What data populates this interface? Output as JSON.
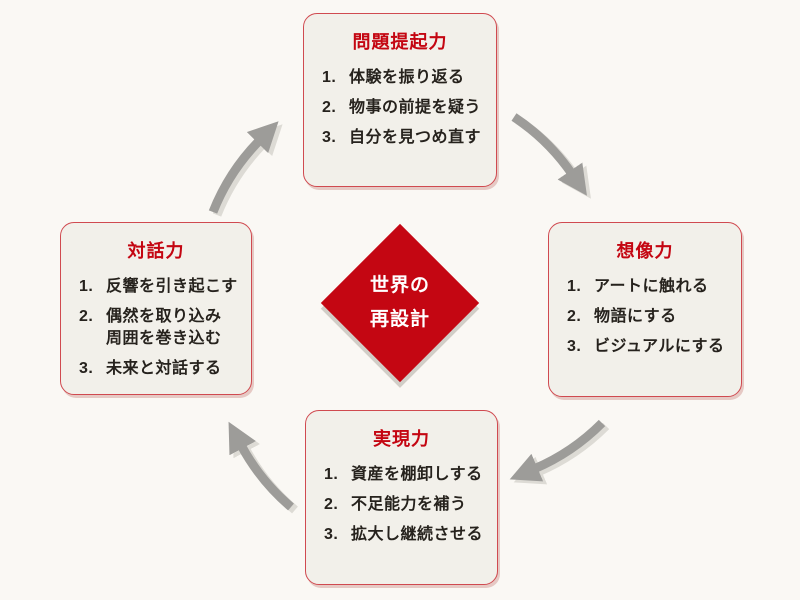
{
  "colors": {
    "page_bg": "#faf8f4",
    "box_bg": "#f2f0ea",
    "box_border": "#d04a50",
    "accent_red": "#c40612",
    "text_dark": "#26221d",
    "arrow_gray": "#9d9c99",
    "arrow_shadow": "#dddbd5",
    "diamond_text": "#ffffff"
  },
  "icons": {
    "arrows": "curved-clockwise-cycle-arrow",
    "center": "red-diamond"
  },
  "center": {
    "label": "世界の\n再設計"
  },
  "boxes": {
    "top": {
      "title": "問題提起力",
      "items": [
        {
          "num": "1.",
          "text": "体験を振り返る"
        },
        {
          "num": "2.",
          "text": "物事の前提を疑う"
        },
        {
          "num": "3.",
          "text": "自分を見つめ直す"
        }
      ]
    },
    "right": {
      "title": "想像力",
      "items": [
        {
          "num": "1.",
          "text": "アートに触れる"
        },
        {
          "num": "2.",
          "text": "物語にする"
        },
        {
          "num": "3.",
          "text": "ビジュアルにする"
        }
      ]
    },
    "bottom": {
      "title": "実現力",
      "items": [
        {
          "num": "1.",
          "text": "資産を棚卸しする"
        },
        {
          "num": "2.",
          "text": "不足能力を補う"
        },
        {
          "num": "3.",
          "text": "拡大し継続させる"
        }
      ]
    },
    "left": {
      "title": "対話力",
      "items": [
        {
          "num": "1.",
          "text": "反響を引き起こす"
        },
        {
          "num": "2.",
          "text": "偶然を取り込み\n周囲を巻き込む"
        },
        {
          "num": "3.",
          "text": "未来と対話する"
        }
      ]
    }
  }
}
